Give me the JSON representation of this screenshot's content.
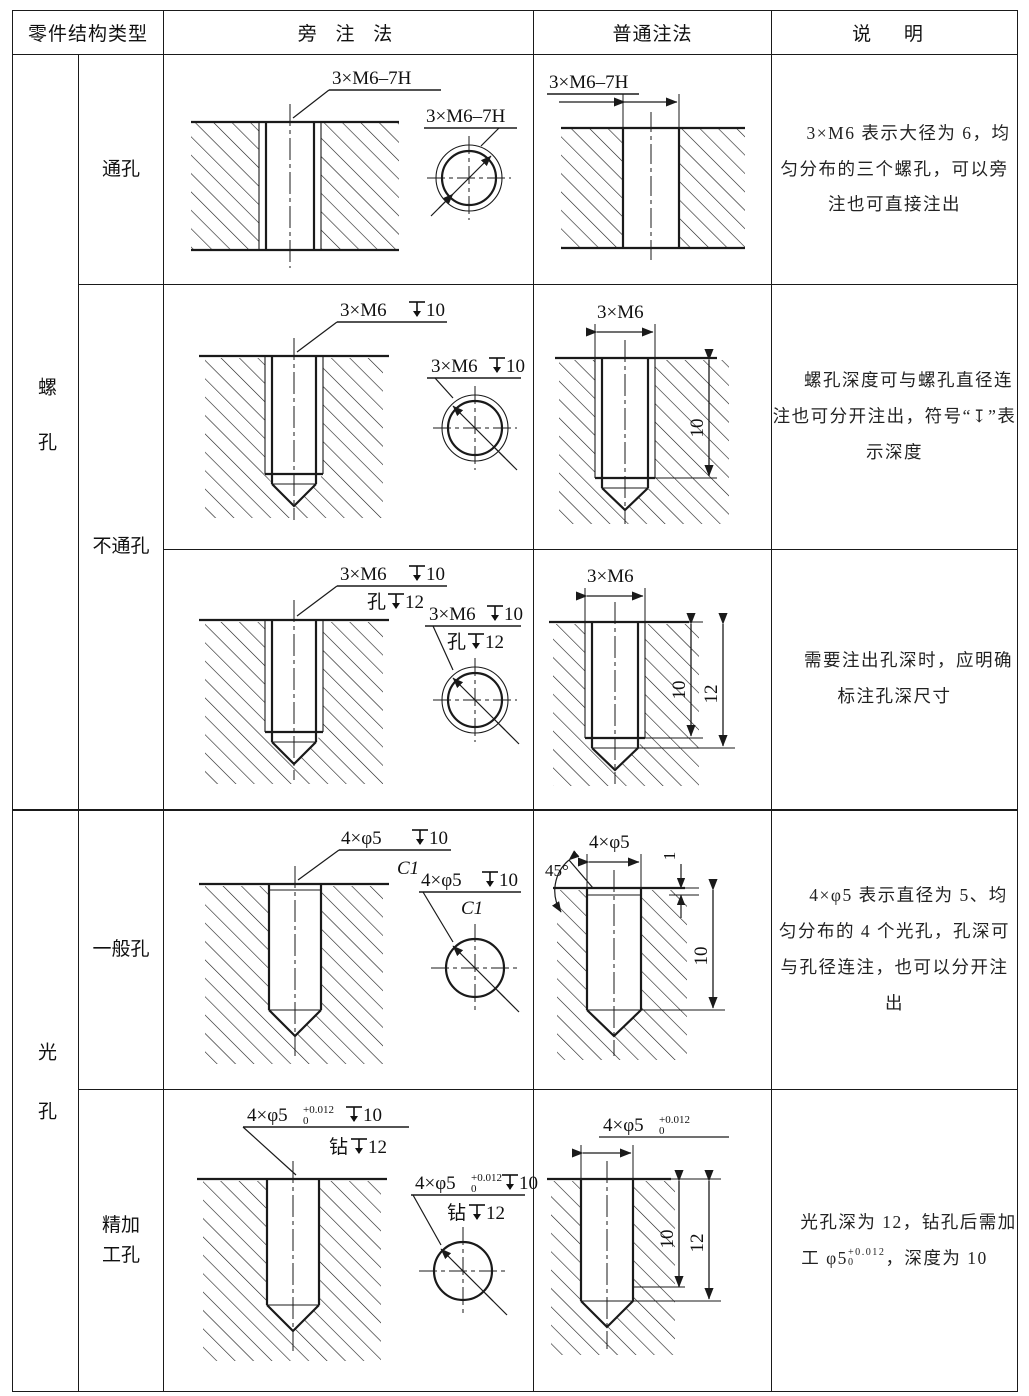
{
  "table": {
    "headers": [
      {
        "id": "part-structure-type",
        "label": "零件结构类型"
      },
      {
        "id": "side-note-method",
        "label": "旁 注 法"
      },
      {
        "id": "normal-note-method",
        "label": "普通注法"
      },
      {
        "id": "description",
        "label": "说    明"
      }
    ],
    "categories": {
      "threaded_hole": "螺孔",
      "plain_hole": "光孔"
    },
    "subtypes": {
      "through_hole": "通孔",
      "blind_hole": "不通孔",
      "general_hole": "一般孔",
      "finished_hole_line1": "精加",
      "finished_hole_line2": "工孔"
    },
    "rows": [
      {
        "id": "row-through-hole",
        "category": "螺孔",
        "subtype": "通孔",
        "side_note": {
          "section_label": "3×M6–7H",
          "top_view_label": "3×M6–7H"
        },
        "normal_note": {
          "label": "3×M6–7H"
        },
        "description": "3×M6 表示大径为 6，均匀分布的三个螺孔，可以旁注也可直接注出"
      },
      {
        "id": "row-blind-hole-1",
        "category": "螺孔",
        "subtype": "不通孔",
        "side_note": {
          "section_label": "3×M6↧10",
          "top_view_label": "3×M6↧10"
        },
        "normal_note": {
          "label": "3×M6",
          "depth_dim": "10"
        },
        "description": "螺孔深度可与螺孔直径连注也可分开注出，符号“↧”表示深度"
      },
      {
        "id": "row-blind-hole-2",
        "category": "螺孔",
        "subtype": "不通孔",
        "side_note": {
          "section_label_line1": "3×M6↧10",
          "section_label_line2": "孔↧12",
          "top_view_label_line1": "3×M6↧10",
          "top_view_label_line2": "孔↧12"
        },
        "normal_note": {
          "label": "3×M6",
          "depth_dim_1": "10",
          "depth_dim_2": "12"
        },
        "description": "需要注出孔深时，应明确标注孔深尺寸"
      },
      {
        "id": "row-general-hole",
        "category": "光孔",
        "subtype": "一般孔",
        "side_note": {
          "section_label_line1": "4×φ5↧10",
          "section_label_line2": "C1",
          "top_view_label_line1": "4×φ5↧10",
          "top_view_label_line2": "C1"
        },
        "normal_note": {
          "label": "4×φ5",
          "angle": "45°",
          "chamfer_dim": "1",
          "depth_dim": "10"
        },
        "description": "4×φ5 表示直径为 5、均匀分布的 4 个光孔，孔深可与孔径连注，也可以分开注出"
      },
      {
        "id": "row-finished-hole",
        "category": "光孔",
        "subtype": "精加工孔",
        "side_note": {
          "section_label_base": "4×φ5",
          "section_label_tol_upper": "+0.012",
          "section_label_tol_lower": "0",
          "section_label_depth": "↧10",
          "section_label_line2": "钻↧12",
          "top_view_label_base": "4×φ5",
          "top_view_label_depth": "↧10",
          "top_view_label_line2": "钻↧12"
        },
        "normal_note": {
          "label_base": "4×φ5",
          "tol_upper": "+0.012",
          "tol_lower": "0",
          "depth_dim_1": "10",
          "depth_dim_2": "12"
        },
        "description_part1": "光孔深为 12，钻孔后需加工 φ5",
        "description_tol_upper": "+0.012",
        "description_tol_lower": "0",
        "description_part2": "，深度为 10"
      }
    ]
  },
  "colors": {
    "line": "#1a1a1a",
    "text": "#111111",
    "thin": "#222222"
  }
}
